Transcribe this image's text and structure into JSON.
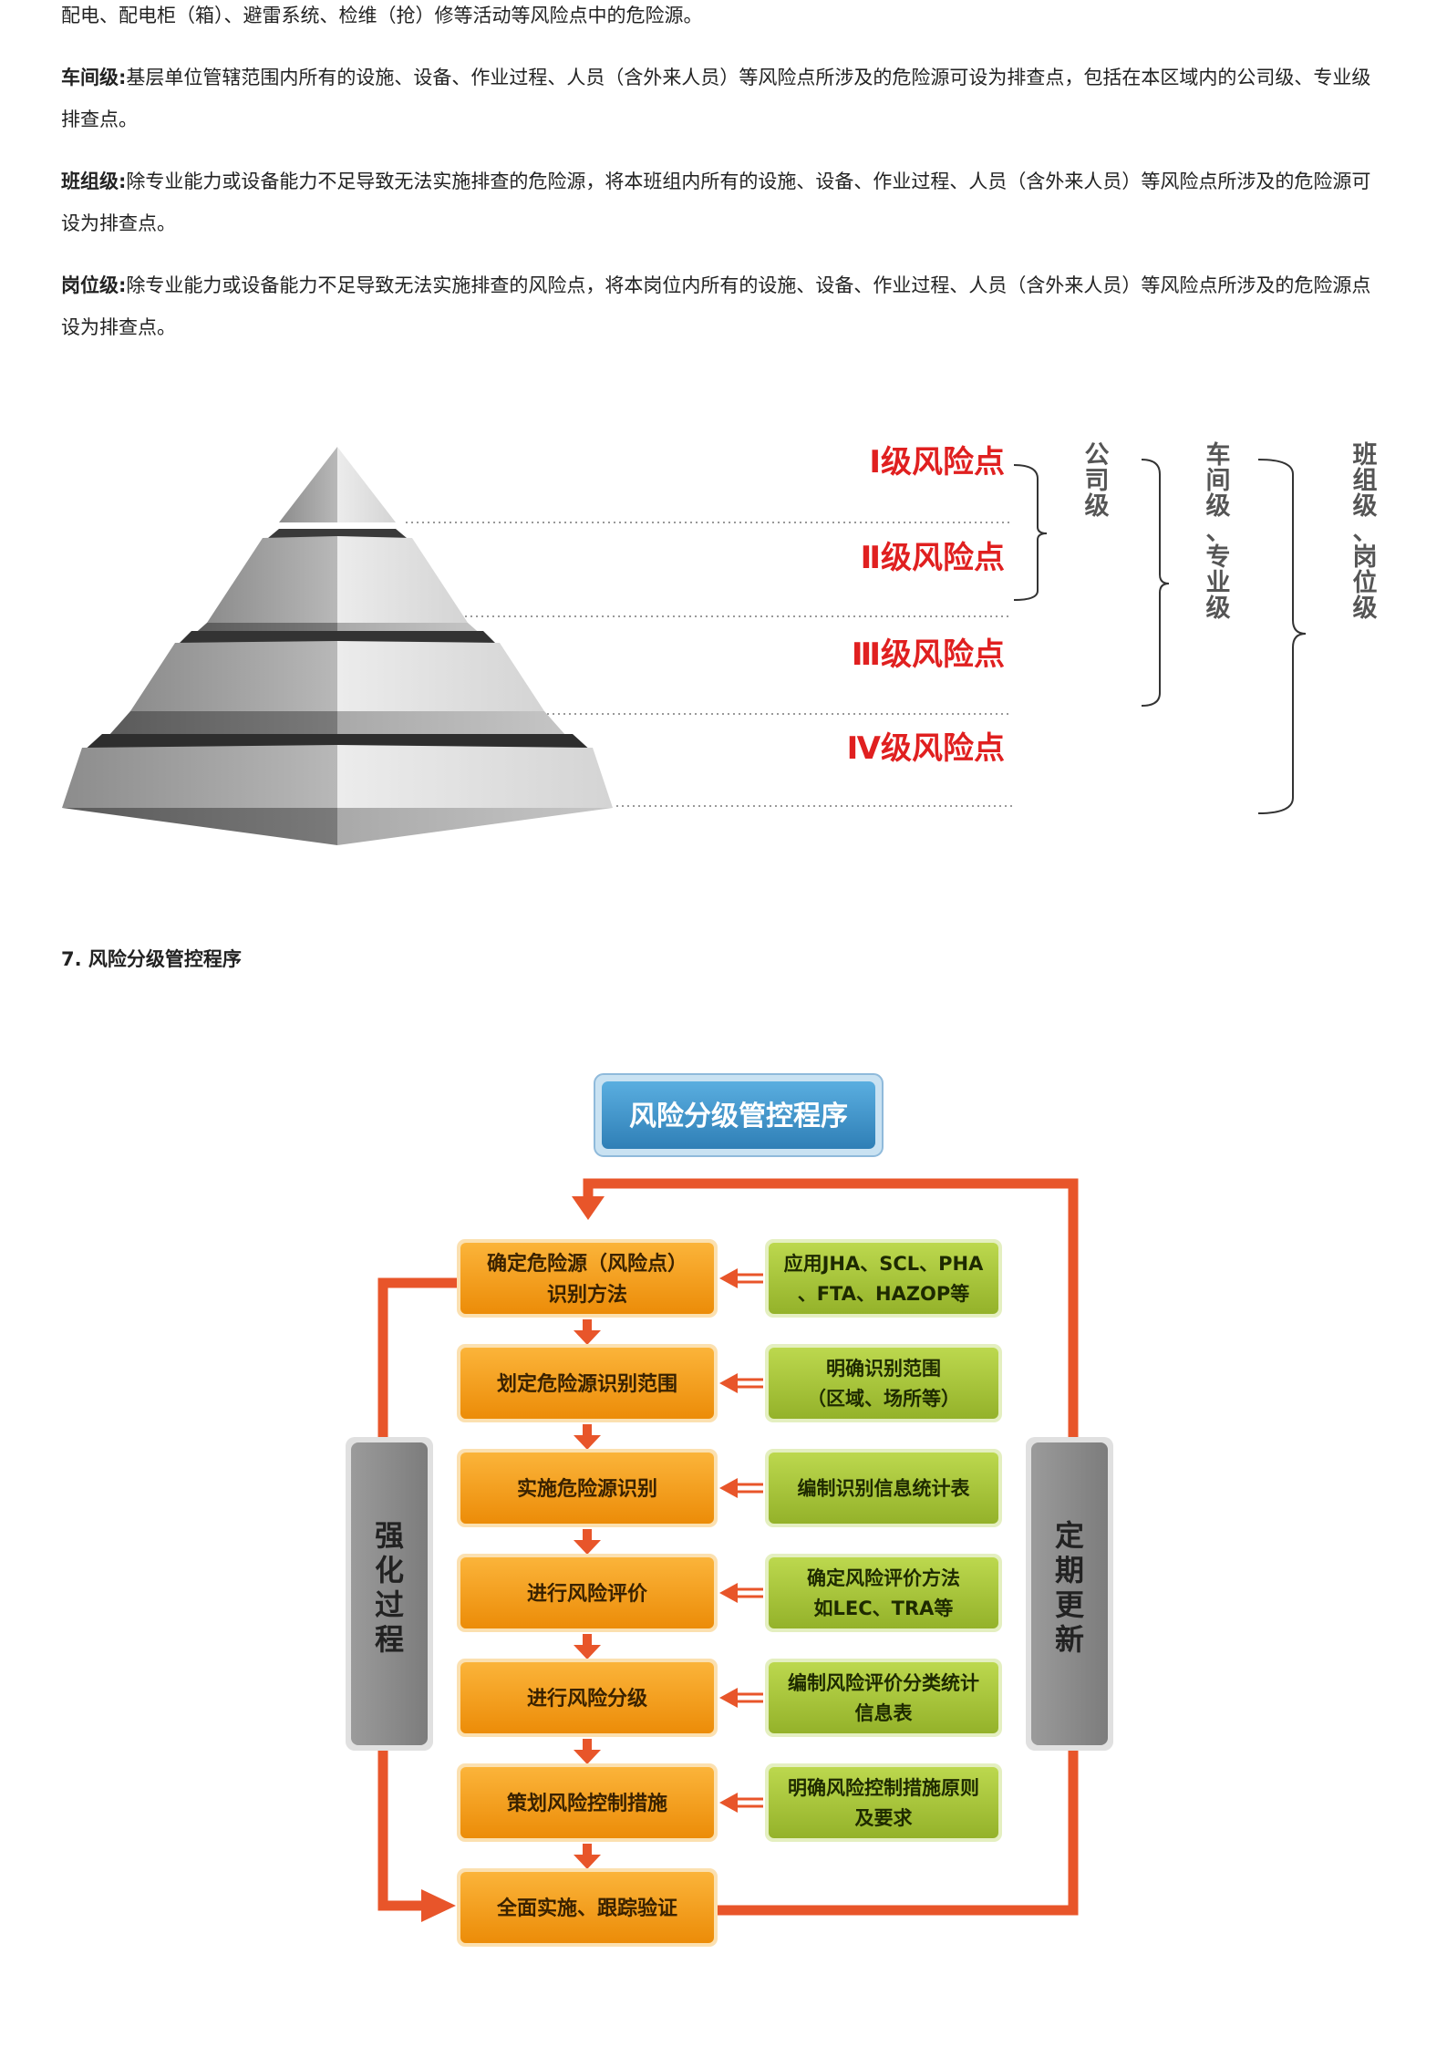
{
  "paragraphs": {
    "p0": {
      "text": "配电、配电柜（箱）、避雷系统、检维（抢）修等活动等风险点中的危险源。"
    },
    "p1": {
      "label": "车间级:",
      "text": "基层单位管辖范围内所有的设施、设备、作业过程、人员（含外来人员）等风险点所涉及的危险源可设为排查点，包括在本区域内的公司级、专业级排查点。"
    },
    "p2": {
      "label": "班组级:",
      "text": "除专业能力或设备能力不足导致无法实施排查的危险源，将本班组内所有的设施、设备、作业过程、人员（含外来人员）等风险点所涉及的危险源可设为排查点。"
    },
    "p3": {
      "label": "岗位级:",
      "text": "除专业能力或设备能力不足导致无法实施排查的风险点，将本岗位内所有的设施、设备、作业过程、人员（含外来人员）等风险点所涉及的危险源点设为排查点。"
    }
  },
  "pyramid": {
    "levels": [
      "Ⅰ级风险点",
      "Ⅱ级风险点",
      "Ⅲ级风险点",
      "Ⅳ级风险点"
    ],
    "brackets": [
      "公司级",
      "车间级、专业级",
      "班组级、岗位级"
    ],
    "level_color": "#e02020"
  },
  "section_heading": "7. 风险分级管控程序",
  "flowchart": {
    "title": "风险分级管控程序",
    "steps": [
      [
        "确定危险源（风险点）",
        "识别方法"
      ],
      [
        "划定危险源识别范围"
      ],
      [
        "实施危险源识别"
      ],
      [
        "进行风险评价"
      ],
      [
        "进行风险分级"
      ],
      [
        "策划风险控制措施"
      ],
      [
        "全面实施、跟踪验证"
      ]
    ],
    "notes": [
      [
        "应用JHA、SCL、PHA",
        "、FTA、HAZOP等"
      ],
      [
        "明确识别范围",
        "（区域、场所等）"
      ],
      [
        "编制识别信息统计表"
      ],
      [
        "确定风险评价方法",
        "如LEC、TRA等"
      ],
      [
        "编制风险评价分类统计",
        "信息表"
      ],
      [
        "明确风险控制措施原则",
        "及要求"
      ]
    ],
    "left_bar": "强化过程",
    "right_bar": "定期更新",
    "colors": {
      "step": "#f39a12",
      "note": "#a6c43a",
      "arrow": "#e8552a",
      "bar": "#8a8a8a",
      "title": "#3a8fc4"
    }
  }
}
